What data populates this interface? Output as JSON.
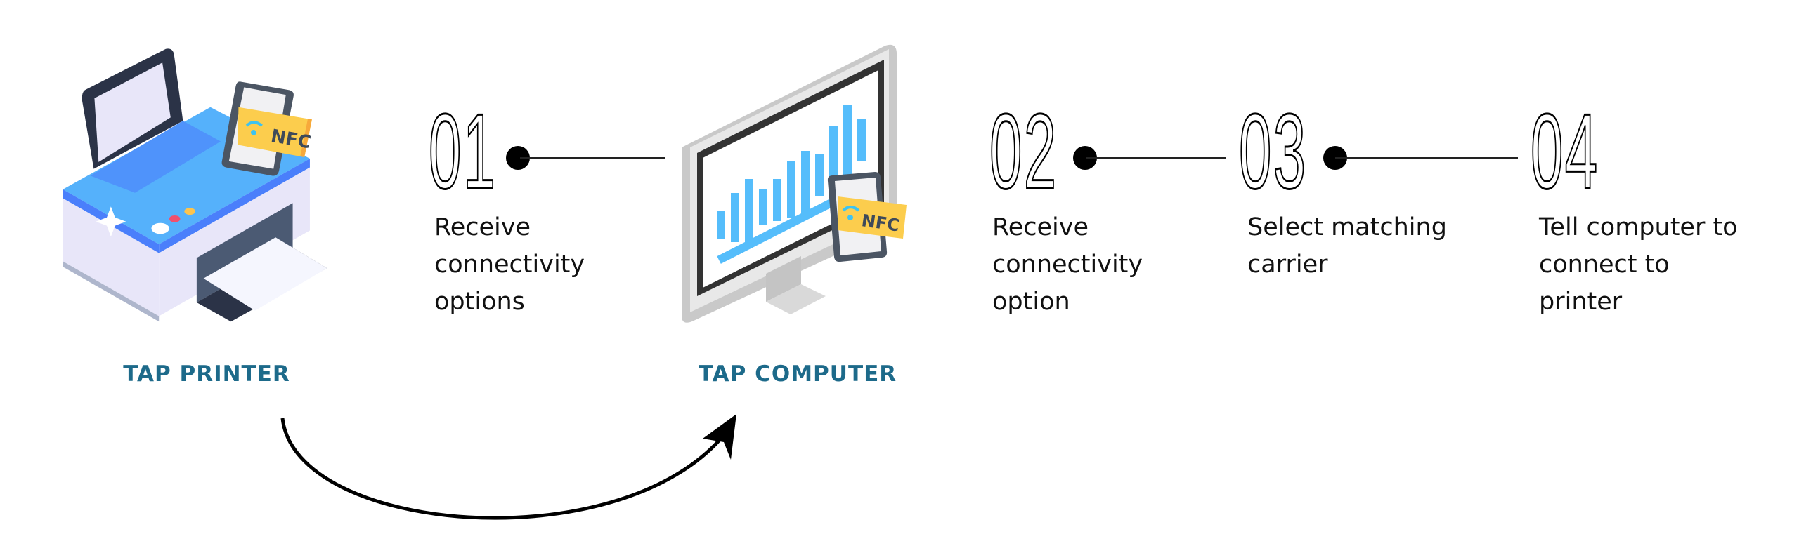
{
  "devices": {
    "printer": {
      "label": "TAP PRINTER",
      "nfc_tag": "NFC"
    },
    "computer": {
      "label": "TAP COMPUTER",
      "nfc_tag": "NFC"
    }
  },
  "steps": [
    {
      "number": "01",
      "text": "Receive\nconnectivity\noptions"
    },
    {
      "number": "02",
      "text": "Receive\nconnectivity\noption"
    },
    {
      "number": "03",
      "text": "Select matching\ncarrier"
    },
    {
      "number": "04",
      "text": "Tell computer to\nconnect to\nprinter"
    }
  ],
  "colors": {
    "label": "#1d6a8a",
    "printer_top": "#55b1fb",
    "nfc_card": "#fccd4d",
    "screen_wave": "#55bdfb"
  }
}
